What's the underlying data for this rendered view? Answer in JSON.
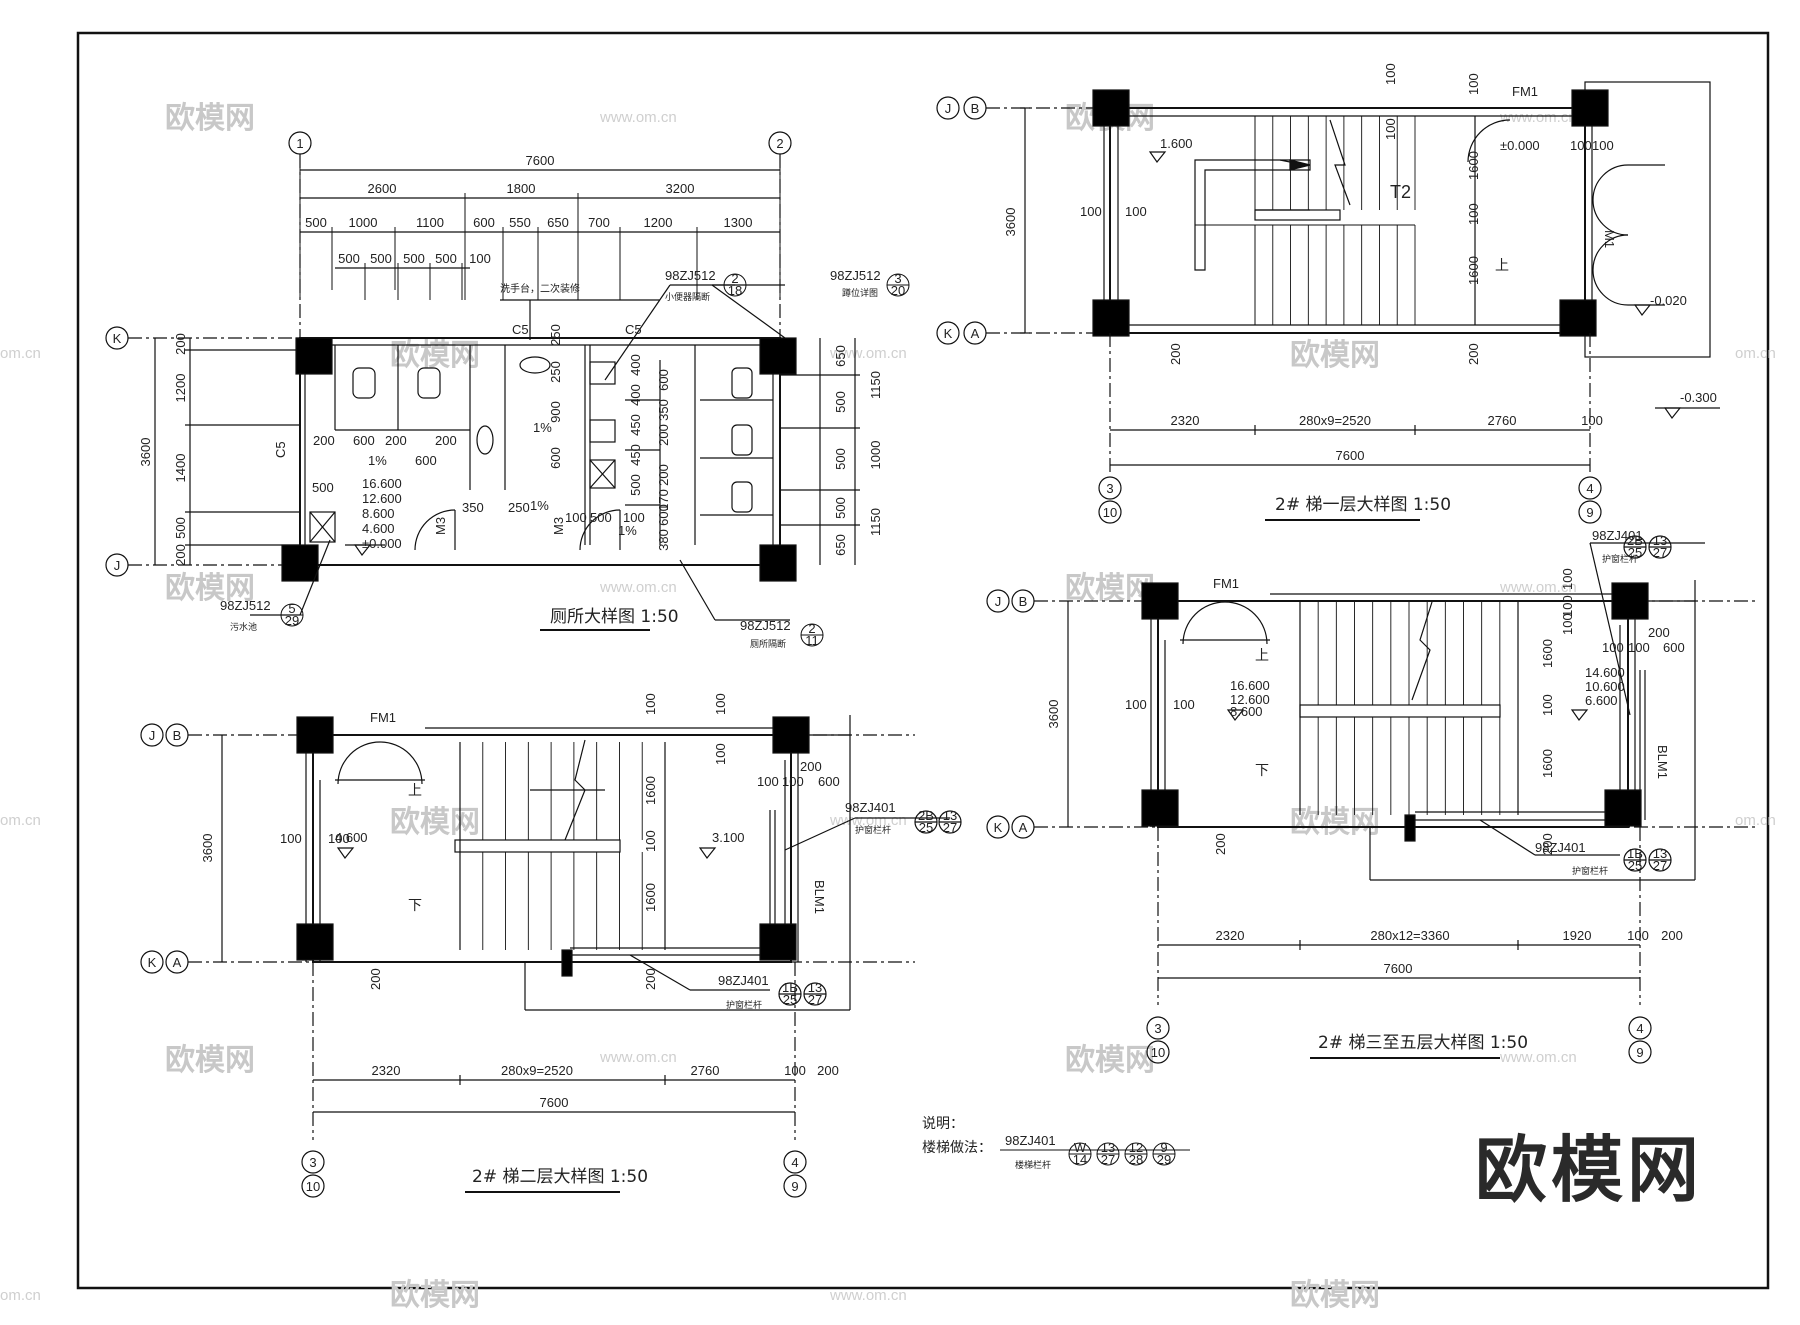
{
  "watermark": {
    "cn": "欧模网",
    "url": "www.om.cn",
    "edge": "om.cn"
  },
  "logo": "欧模网",
  "toilet": {
    "title": "厕所大样图 1:50",
    "axes": {
      "left": "1",
      "right": "2",
      "top": "K",
      "bottom": "J"
    },
    "dims_top": {
      "total": "7600",
      "seg": [
        "2600",
        "1800",
        "3200"
      ],
      "sub": [
        "500",
        "1000",
        "1100",
        "600",
        "550",
        "650",
        "700",
        "1200",
        "1300"
      ],
      "stall": [
        "500",
        "500",
        "500",
        "500",
        "100"
      ]
    },
    "dims_left": {
      "total": "3600",
      "seg": [
        "200",
        "1200",
        "1400",
        "500",
        "200"
      ]
    },
    "dims_right": {
      "a": [
        "650",
        "500",
        "500",
        "500",
        "650"
      ],
      "b": [
        "1150",
        "1000",
        "1150"
      ]
    },
    "inner": [
      "200",
      "600",
      "200",
      "200",
      "600",
      "500",
      "350",
      "250",
      "1%",
      "1%",
      "1%",
      "1%",
      "250",
      "250",
      "900",
      "600",
      "100",
      "500",
      "100",
      "400",
      "400",
      "450",
      "450",
      "350",
      "500",
      "600",
      "200",
      "200",
      "170",
      "380",
      "600"
    ],
    "windows": [
      "C5",
      "C5",
      "C5"
    ],
    "doors": [
      "M3",
      "M3"
    ],
    "levels": [
      "16.600",
      "12.600",
      "8.600",
      "4.600",
      "±0.000"
    ],
    "refs": [
      {
        "code": "98ZJ512",
        "num": "2",
        "den": "18",
        "note": "小便器隔断"
      },
      {
        "code": "98ZJ512",
        "num": "3",
        "den": "20",
        "note": "蹲位详图"
      },
      {
        "code": "98ZJ512",
        "num": "5",
        "den": "29",
        "note": "污水池"
      },
      {
        "code": "98ZJ512",
        "num": "2",
        "den": "11",
        "note": "厕所隔断"
      }
    ],
    "note_top": "洗手台，二次装修"
  },
  "stair1": {
    "title": "2# 梯一层大样图 1:50",
    "axes": {
      "top": [
        "J",
        "B"
      ],
      "bottom": [
        "K",
        "A"
      ],
      "left_a": "3",
      "left_b": "10",
      "right_a": "4",
      "right_b": "9"
    },
    "dims_bottom": [
      "2320",
      "280x9=2520",
      "2760",
      "100"
    ],
    "total": "7600",
    "side": "3600",
    "misc": [
      "100",
      "100",
      "100",
      "100",
      "100",
      "100",
      "1600",
      "1600",
      "200",
      "200",
      "100",
      "100"
    ],
    "levels": [
      "1.600",
      "±0.000",
      "-0.020",
      "-0.300"
    ],
    "labels": {
      "t2": "T2",
      "fm1": "FM1",
      "m1": "M1",
      "up": "上"
    }
  },
  "stair2": {
    "title": "2# 梯二层大样图 1:50",
    "axes": {
      "top": [
        "J",
        "B"
      ],
      "bottom": [
        "K",
        "A"
      ],
      "left_a": "3",
      "left_b": "10",
      "right_a": "4",
      "right_b": "9"
    },
    "dims_bottom": [
      "2320",
      "280x9=2520",
      "2760",
      "100",
      "200"
    ],
    "total": "7600",
    "side": "3600",
    "misc": [
      "100",
      "100",
      "100",
      "100",
      "200",
      "100",
      "100",
      "100",
      "600",
      "1600",
      "1600",
      "100",
      "200",
      "200"
    ],
    "levels": [
      "4.600",
      "3.100"
    ],
    "labels": {
      "fm1": "FM1",
      "blm1": "BLM1",
      "up": "上",
      "down": "下"
    },
    "refs": [
      {
        "code": "98ZJ401",
        "num": "2B",
        "den": "25",
        "num2": "13",
        "den2": "27",
        "note": "护窗栏杆"
      },
      {
        "code": "98ZJ401",
        "num": "1B",
        "den": "25",
        "num2": "13",
        "den2": "27",
        "note": "护窗栏杆"
      }
    ]
  },
  "stair3": {
    "title": "2# 梯三至五层大样图 1:50",
    "axes": {
      "top": [
        "J",
        "B"
      ],
      "bottom": [
        "K",
        "A"
      ],
      "left_a": "3",
      "left_b": "10",
      "right_a": "4",
      "right_b": "9"
    },
    "dims_bottom": [
      "2320",
      "280x12=3360",
      "1920",
      "100",
      "200"
    ],
    "total": "7600",
    "side": "3600",
    "misc": [
      "100",
      "100",
      "100",
      "100",
      "200",
      "100",
      "100",
      "100",
      "600",
      "1600",
      "1600",
      "100",
      "200",
      "200"
    ],
    "levels_left": [
      "16.600",
      "12.600",
      "8.600"
    ],
    "levels_right": [
      "14.600",
      "10.600",
      "6.600"
    ],
    "labels": {
      "fm1": "FM1",
      "blm1": "BLM1",
      "up": "上",
      "down": "下"
    },
    "refs": [
      {
        "code": "98ZJ401",
        "num": "2B",
        "den": "25",
        "num2": "13",
        "den2": "27",
        "note": "护窗栏杆"
      },
      {
        "code": "98ZJ401",
        "num": "1B",
        "den": "25",
        "num2": "13",
        "den2": "27",
        "note": "护窗栏杆"
      }
    ]
  },
  "notes": {
    "heading": "说明：",
    "label": "楼梯做法：",
    "code": "98ZJ401",
    "sub": "楼梯栏杆",
    "refs": [
      {
        "num": "W",
        "den": "14"
      },
      {
        "num": "13",
        "den": "27"
      },
      {
        "num": "12",
        "den": "28"
      },
      {
        "num": "9",
        "den": "29"
      }
    ]
  }
}
